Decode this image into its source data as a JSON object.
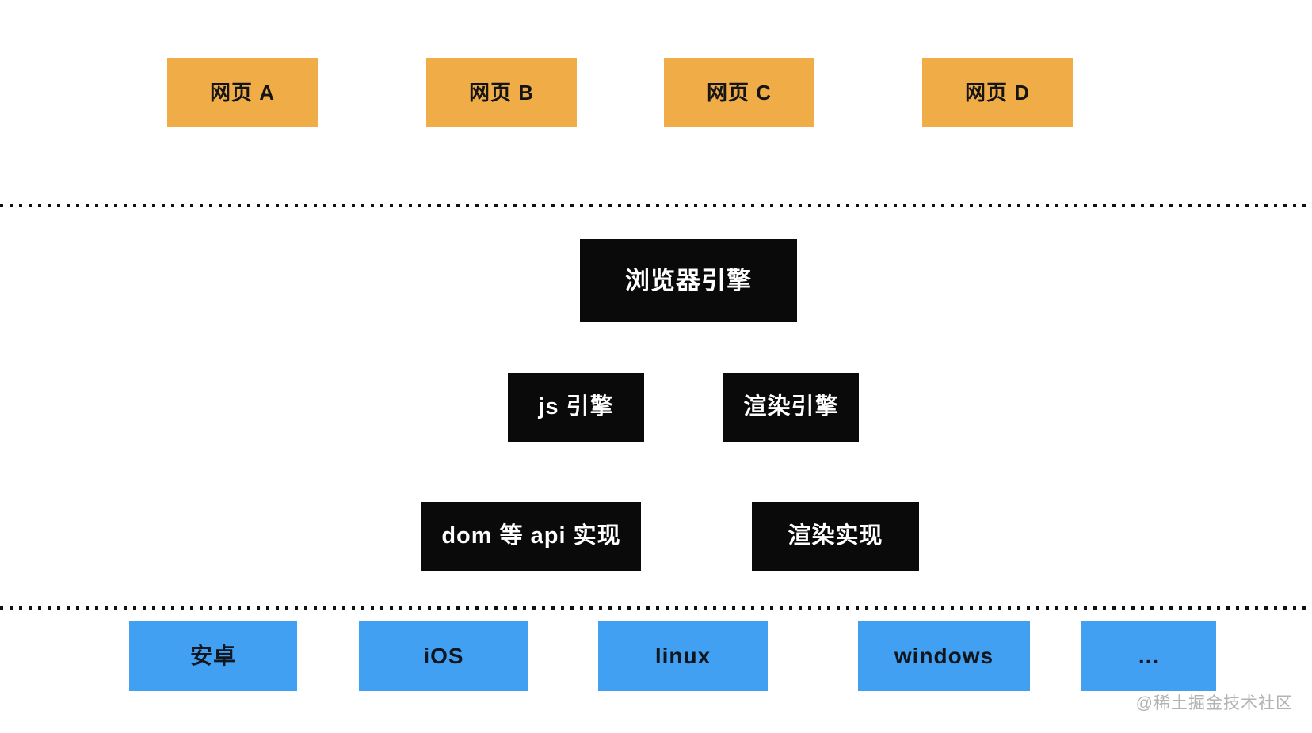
{
  "diagram": {
    "title": "browser-architecture-layers",
    "web_pages": [
      {
        "label": "网页 A"
      },
      {
        "label": "网页 B"
      },
      {
        "label": "网页 C"
      },
      {
        "label": "网页 D"
      }
    ],
    "browser_engine": {
      "label": "浏览器引擎"
    },
    "engines": [
      {
        "label": "js 引擎"
      },
      {
        "label": "渲染引擎"
      }
    ],
    "implementations": [
      {
        "label": "dom 等 api 实现"
      },
      {
        "label": "渲染实现"
      }
    ],
    "platforms": [
      {
        "label": "安卓"
      },
      {
        "label": "iOS"
      },
      {
        "label": "linux"
      },
      {
        "label": "windows"
      },
      {
        "label": "..."
      }
    ],
    "colors": {
      "web_page_fill": "#F0AD47",
      "engine_fill": "#0A0A0A",
      "platform_fill": "#42A0F2",
      "divider": "#111111"
    }
  },
  "watermark": {
    "text": "@稀土掘金技术社区"
  }
}
